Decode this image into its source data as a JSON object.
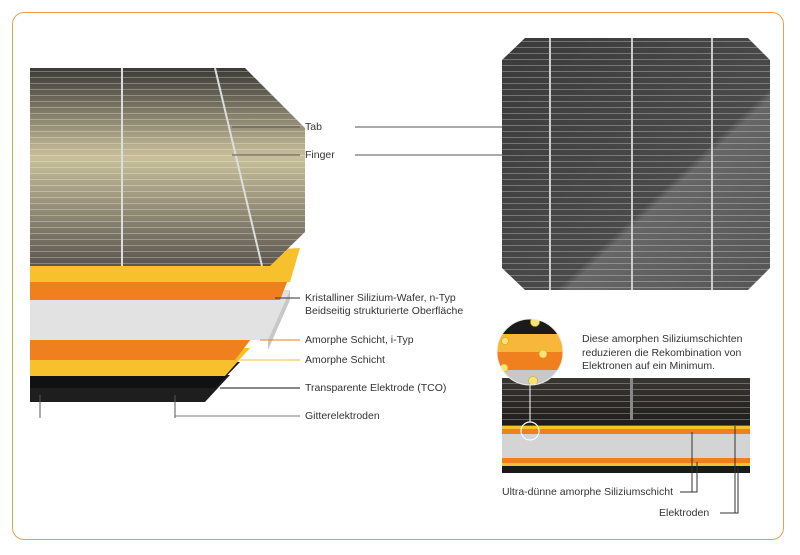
{
  "labels": {
    "tab": "Tab",
    "finger": "Finger",
    "wafer_line1": "Kristalliner Silizium-Wafer, n-Typ",
    "wafer_line2": "Beidseitig strukturierte Oberfläche",
    "amorph_i": "Amorphe Schicht, i-Typ",
    "amorph": "Amorphe Schicht",
    "tco": "Transparente Elektrode (TCO)",
    "gitter": "Gitterelektroden",
    "note_line1": "Diese amorphen Siliziumschichten",
    "note_line2": "reduzieren die Rekombination von",
    "note_line3": "Elektronen auf ein Minimum.",
    "ultra": "Ultra-dünne amorphe Siliziumschicht",
    "elektroden": "Elektroden"
  },
  "colors": {
    "frame": "#e8a04a",
    "yellow": "#f6c12c",
    "orange": "#f07f1e",
    "wafer": "#dcdcdc",
    "dark": "#2b2b2b"
  }
}
